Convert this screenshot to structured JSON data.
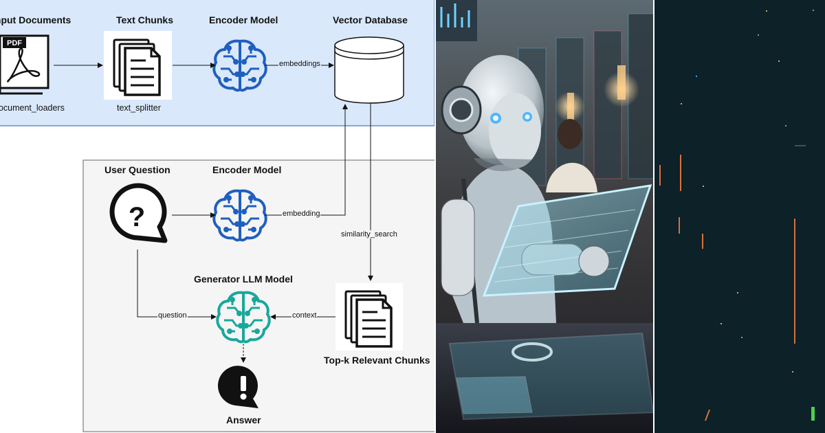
{
  "ingest": {
    "documents": {
      "title": "Input Documents",
      "caption": "document_loaders",
      "file_type": "PDF"
    },
    "chunks": {
      "title": "Text Chunks",
      "caption": "text_splitter"
    },
    "encoder": {
      "title": "Encoder Model"
    },
    "vector_db": {
      "title": "Vector Database"
    },
    "edge_embeddings": "embeddings"
  },
  "query": {
    "question": {
      "title": "User Question",
      "icon": "question-bubble-icon"
    },
    "encoder": {
      "title": "Encoder Model"
    },
    "generator": {
      "title": "Generator LLM Model"
    },
    "topk": {
      "title": "Top-k Relevant Chunks"
    },
    "answer": {
      "title": "Answer",
      "icon": "exclamation-bubble-icon"
    },
    "edge_embedding": "embedding",
    "edge_similarity": "similarity_search",
    "edge_question": "question",
    "edge_context": "context"
  },
  "colors": {
    "ingest_bg": "#dae8fc",
    "query_bg": "#f5f5f5",
    "encoder_blue": "#1f5fbf",
    "generator_teal": "#1aa79b",
    "night_bg": "#0c2128"
  }
}
